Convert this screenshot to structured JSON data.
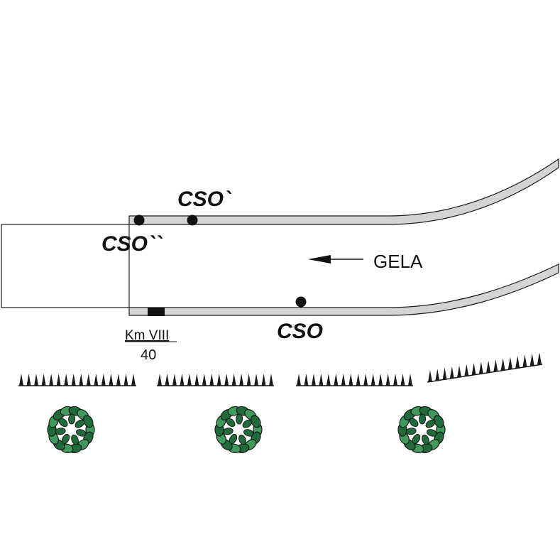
{
  "labels": {
    "cso_main": "CSO",
    "cso_prime": "CSO`",
    "cso_double_prime": "CSO``",
    "direction": "GELA",
    "km_marker": "Km VIII",
    "km_value": "40"
  },
  "icons": {
    "arrow": "arrow-left-icon",
    "grass": "grass-icon",
    "bush": "bush-icon"
  },
  "colors": {
    "rail": "#d4d4d4",
    "outline": "#1a1a1a",
    "foliage_dark": "#1f6b3a",
    "foliage_light": "#3f9a5c"
  }
}
